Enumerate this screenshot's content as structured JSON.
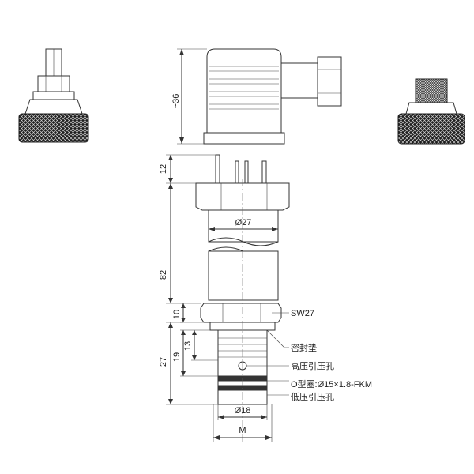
{
  "dimensions": {
    "connector_height": "~36",
    "pin_height": "12",
    "total_length": "82",
    "hex_height": "10",
    "thread_length": "27",
    "d19": "19",
    "d13": "13",
    "body_diameter": "Ø27",
    "bottom_diameter": "Ø18",
    "m_label": "M"
  },
  "callouts": {
    "sw": "SW27",
    "seal": "密封垫",
    "high_port": "高压引压孔",
    "oring": "O型圈:Ø15×1.8-FKM",
    "low_port": "低压引压孔"
  },
  "colors": {
    "line": "#333333",
    "knurl": "#2a2a2a",
    "text": "#222222"
  }
}
